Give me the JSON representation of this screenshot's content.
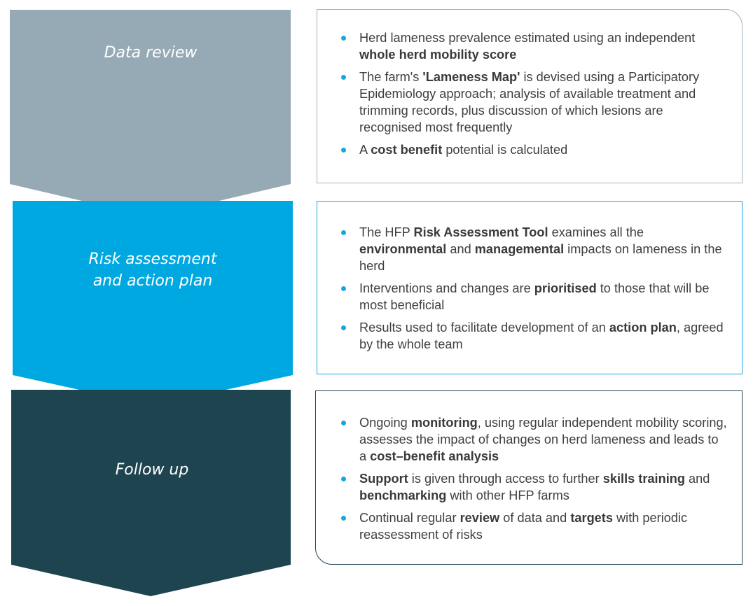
{
  "stages": [
    {
      "label": "Data review",
      "color": "#96aab6",
      "bullets": [
        [
          {
            "t": "Herd lameness prevalence estimated using an independent "
          },
          {
            "t": "whole herd mobility score",
            "b": true
          }
        ],
        [
          {
            "t": "The farm's "
          },
          {
            "t": "'Lameness Map'",
            "b": true
          },
          {
            "t": " is devised using a Participatory Epidemiology approach; analysis of available treatment and trimming records, plus discussion of which lesions are recognised most frequently"
          }
        ],
        [
          {
            "t": "A "
          },
          {
            "t": "cost benefit",
            "b": true
          },
          {
            "t": " potential is calculated"
          }
        ]
      ]
    },
    {
      "label": "Risk assessment and action plan",
      "color": "#00a8e2",
      "bullets": [
        [
          {
            "t": "The HFP "
          },
          {
            "t": "Risk Assessment Tool",
            "b": true
          },
          {
            "t": " examines all the "
          },
          {
            "t": "environmental",
            "b": true
          },
          {
            "t": " and "
          },
          {
            "t": "managemental",
            "b": true
          },
          {
            "t": " impacts on lameness in the herd"
          }
        ],
        [
          {
            "t": "Interventions and changes are "
          },
          {
            "t": "prioritised",
            "b": true
          },
          {
            "t": " to those that will be most beneficial"
          }
        ],
        [
          {
            "t": "Results used to facilitate development of an "
          },
          {
            "t": "action plan",
            "b": true
          },
          {
            "t": ", agreed by the whole team"
          }
        ]
      ]
    },
    {
      "label": "Follow up",
      "color": "#1e4450",
      "bullets": [
        [
          {
            "t": "Ongoing "
          },
          {
            "t": "monitoring",
            "b": true
          },
          {
            "t": ", using regular independent mobility scoring, assesses the impact of changes on herd lameness and leads to a "
          },
          {
            "t": "cost–benefit analysis",
            "b": true
          }
        ],
        [
          {
            "t": "Support",
            "b": true
          },
          {
            "t": " is given through access to further "
          },
          {
            "t": "skills training",
            "b": true
          },
          {
            "t": " and "
          },
          {
            "t": "benchmarking",
            "b": true
          },
          {
            "t": " with other HFP farms"
          }
        ],
        [
          {
            "t": "Continual regular "
          },
          {
            "t": "review",
            "b": true
          },
          {
            "t": " of data and "
          },
          {
            "t": "targets",
            "b": true
          },
          {
            "t": " with periodic reassessment of risks"
          }
        ]
      ]
    }
  ],
  "colors": {
    "bullet": "#14a8df",
    "box_borders": [
      "#9fb2bd",
      "#1aa6dd",
      "#1e4450"
    ]
  }
}
